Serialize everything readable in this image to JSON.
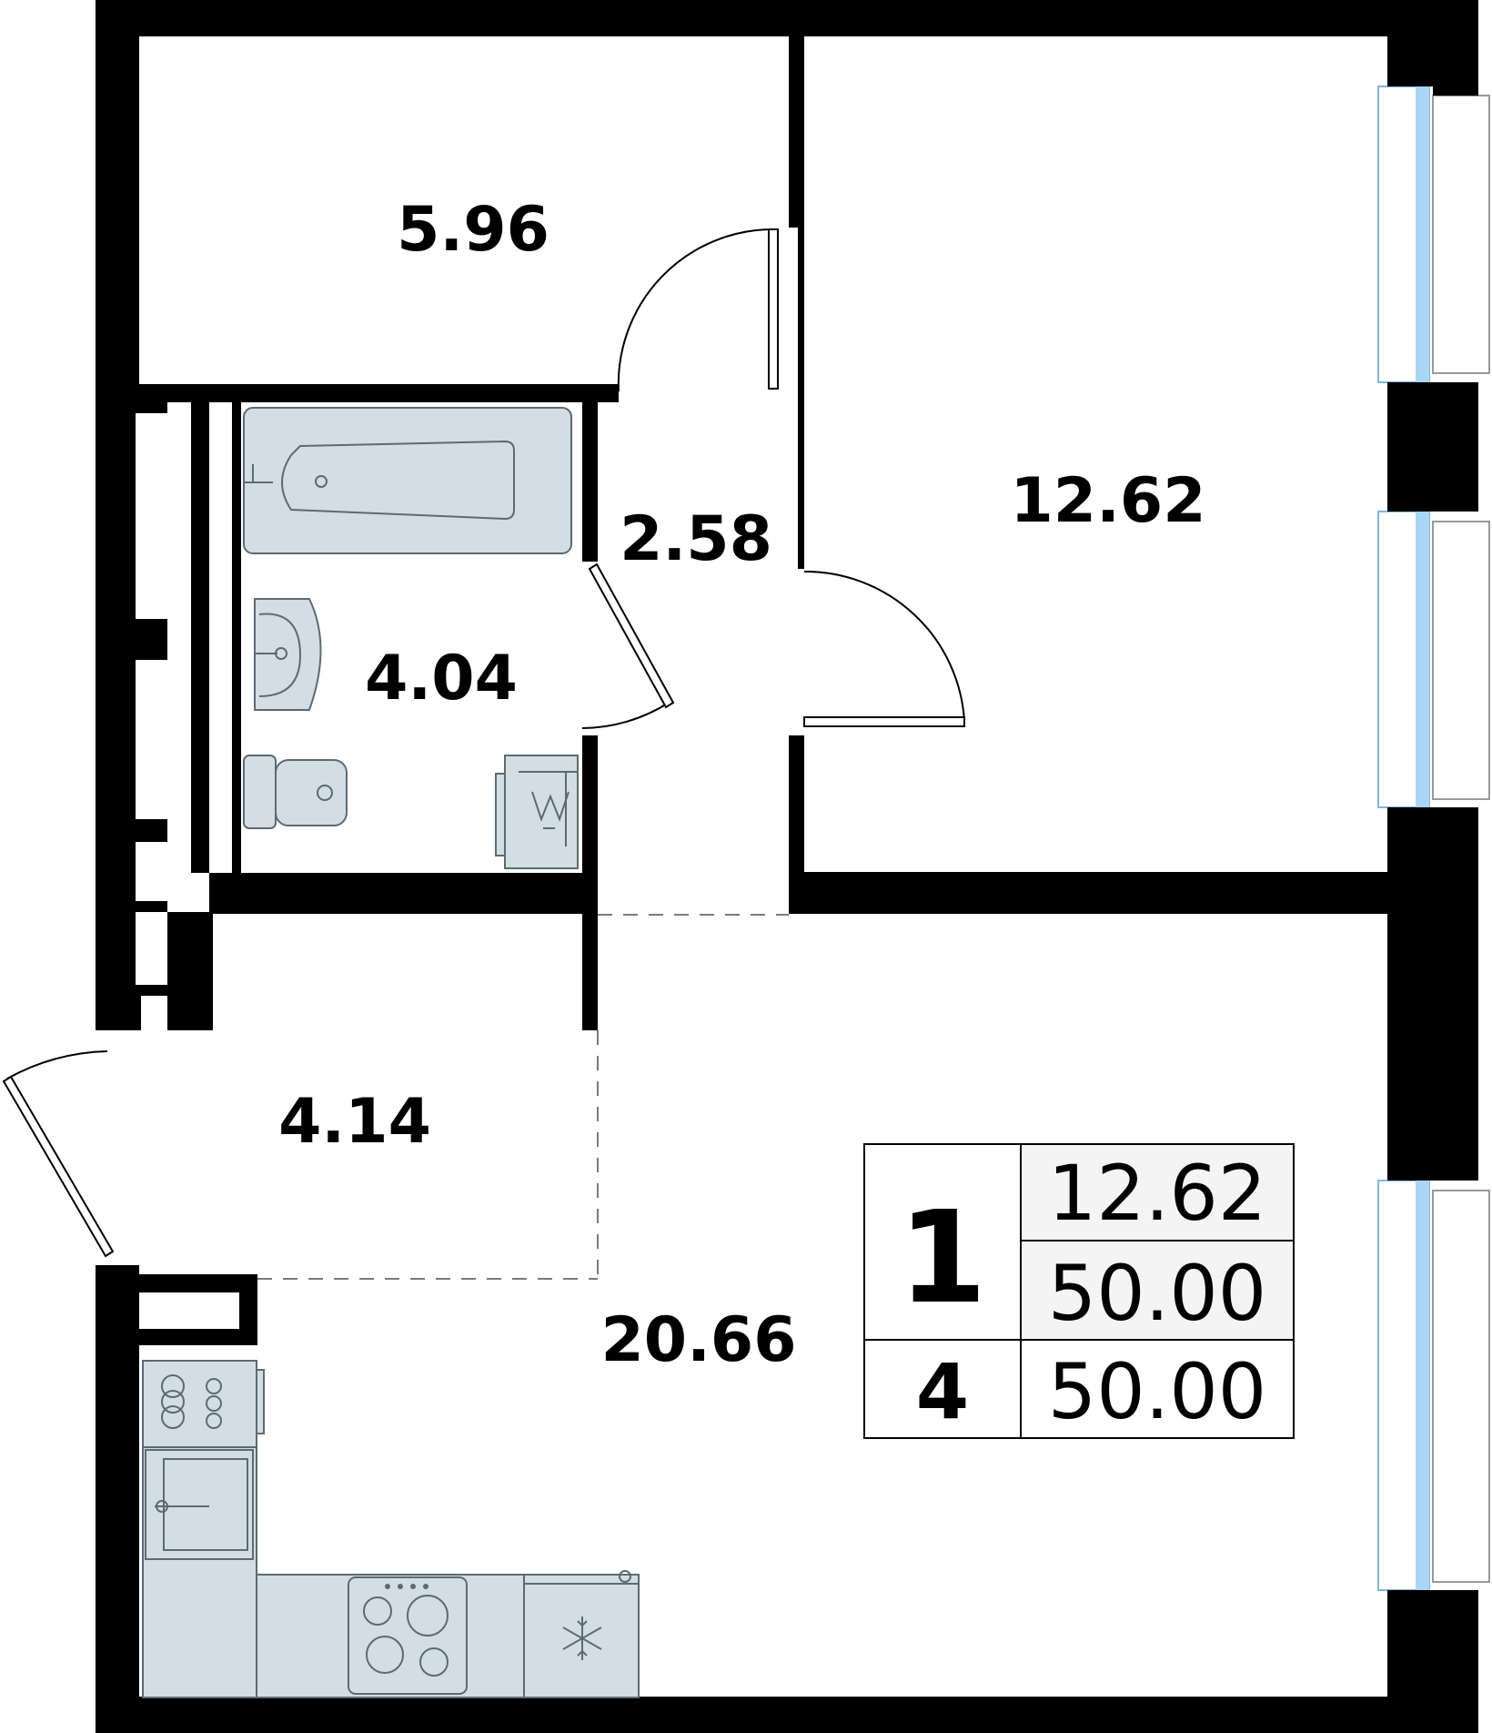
{
  "rooms": {
    "storage": "5.96",
    "bedroom": "12.62",
    "corridor": "2.58",
    "bathroom": "4.04",
    "hallway": "4.14",
    "kitchen_living": "20.66"
  },
  "summary": {
    "rooms_count": "1",
    "floor": "4",
    "living_area": "12.62",
    "total_area": "50.00",
    "total_area_with_balcony": "50.00"
  },
  "colors": {
    "wall": "#000000",
    "fixture_fill": "#d3dde4",
    "fixture_stroke": "#5d6a73",
    "window_glass": "#a9d6f5"
  },
  "icons": [
    "bathtub-icon",
    "washbasin-icon",
    "toilet-icon",
    "water-heater-icon",
    "sink-icon",
    "cooktop-icon",
    "fridge-icon",
    "dishwasher-icon"
  ]
}
